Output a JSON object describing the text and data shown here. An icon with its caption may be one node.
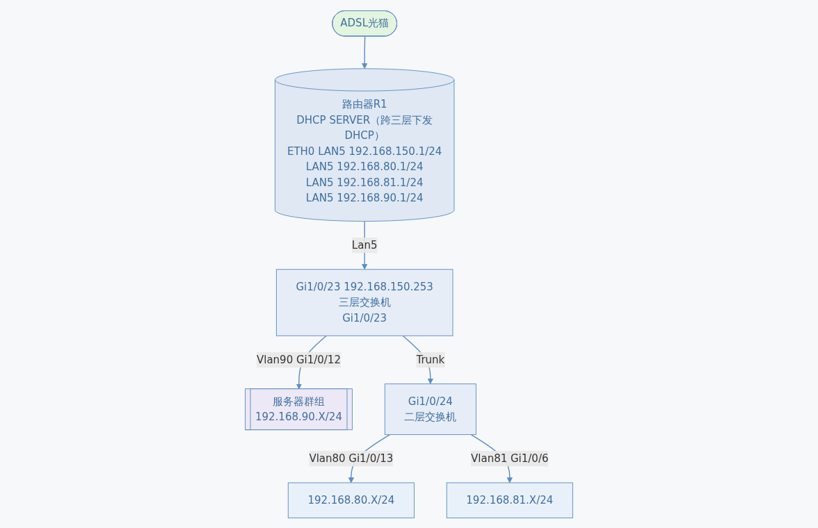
{
  "diagram": {
    "nodes": [
      {
        "text": [
          "ADSL光猫"
        ]
      },
      {
        "text": [
          "路由器R1",
          "DHCP SERVER（跨三层下发DHCP）",
          "ETH0 LAN5 192.168.150.1/24",
          "LAN5 192.168.80.1/24",
          "LAN5 192.168.81.1/24",
          "LAN5 192.168.90.1/24"
        ]
      },
      {
        "text": [
          "Gi1/0/23 192.168.150.253",
          "三层交换机",
          "Gi1/0/23"
        ]
      },
      {
        "text": [
          "服务器群组",
          "192.168.90.X/24"
        ]
      },
      {
        "text": [
          "Gi1/0/24",
          "二层交换机"
        ]
      },
      {
        "text": [
          "192.168.80.X/24"
        ]
      },
      {
        "text": [
          "192.168.81.X/24"
        ]
      }
    ],
    "edges": [
      {
        "from": 0,
        "to": 1,
        "arrow": "to"
      },
      {
        "from": 1,
        "to": 2,
        "arrow": "to",
        "label": "Lan5"
      },
      {
        "from": 2,
        "to": 3,
        "arrow": "to",
        "label": "Vlan90 Gi1/0/12"
      },
      {
        "from": 2,
        "to": 4,
        "arrow": "to",
        "label": "Trunk"
      },
      {
        "from": 4,
        "to": 5,
        "arrow": "to",
        "label": "Vlan80 Gi1/0/13"
      },
      {
        "from": 4,
        "to": 6,
        "arrow": "to",
        "label": "Vlan81 Gi1/0/6"
      }
    ]
  }
}
